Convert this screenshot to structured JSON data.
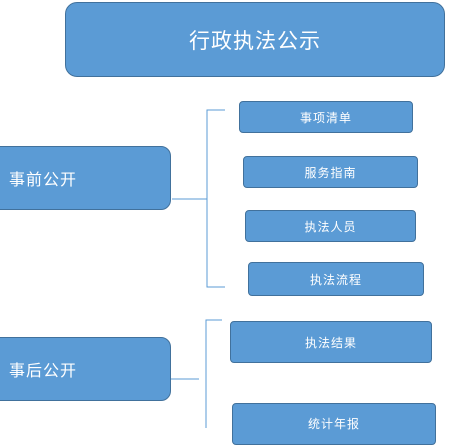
{
  "title": "行政执法公示",
  "groups": [
    {
      "label": "事前公开",
      "items": [
        "事项清单",
        "服务指南",
        "执法人员",
        "执法流程"
      ]
    },
    {
      "label": "事后公开",
      "items": [
        "执法结果",
        "统计年报"
      ]
    }
  ],
  "colors": {
    "box_fill": "#5b9bd5",
    "box_border": "#41719c",
    "text": "#ffffff",
    "connector": "#5b9bd5"
  }
}
